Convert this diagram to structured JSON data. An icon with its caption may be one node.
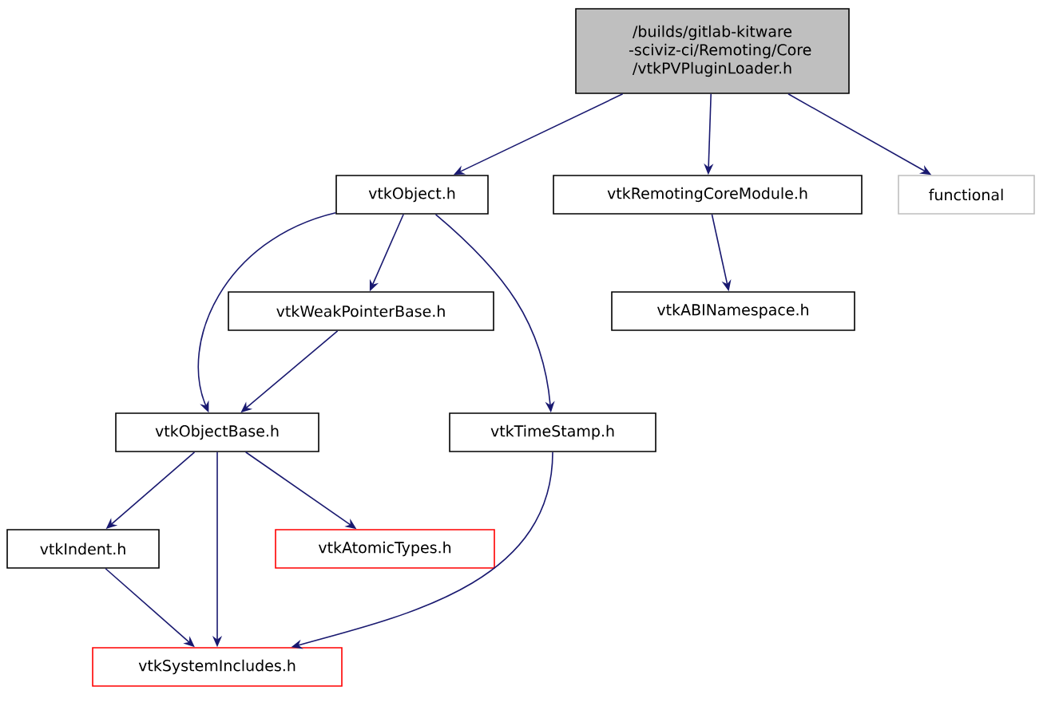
{
  "diagram": {
    "nodes": [
      {
        "text": [
          "/builds/gitlab-kitware -sciviz-ci/Remoting/Core /vtkPVPluginLoader.h"
        ]
      },
      {
        "text": [
          "vtkObject.h"
        ]
      },
      {
        "text": [
          "vtkRemotingCoreModule.h"
        ]
      },
      {
        "text": [
          "functional"
        ]
      },
      {
        "text": [
          "vtkWeakPointerBase.h"
        ]
      },
      {
        "text": [
          "vtkABINamespace.h"
        ]
      },
      {
        "text": [
          "vtkObjectBase.h"
        ]
      },
      {
        "text": [
          "vtkTimeStamp.h"
        ]
      },
      {
        "text": [
          "vtkIndent.h"
        ]
      },
      {
        "text": [
          "vtkAtomicTypes.h"
        ]
      },
      {
        "text": [
          "vtkSystemIncludes.h"
        ]
      }
    ],
    "edges": [
      {
        "from": 0,
        "to": 1,
        "arrow": "to"
      },
      {
        "from": 0,
        "to": 2,
        "arrow": "to"
      },
      {
        "from": 0,
        "to": 3,
        "arrow": "to"
      },
      {
        "from": 1,
        "to": 4,
        "arrow": "to"
      },
      {
        "from": 1,
        "to": 6,
        "arrow": "to"
      },
      {
        "from": 1,
        "to": 7,
        "arrow": "to"
      },
      {
        "from": 2,
        "to": 5,
        "arrow": "to"
      },
      {
        "from": 4,
        "to": 6,
        "arrow": "to"
      },
      {
        "from": 6,
        "to": 8,
        "arrow": "to"
      },
      {
        "from": 6,
        "to": 10,
        "arrow": "to"
      },
      {
        "from": 6,
        "to": 9,
        "arrow": "to"
      },
      {
        "from": 8,
        "to": 10,
        "arrow": "to"
      },
      {
        "from": 7,
        "to": 10,
        "arrow": "to"
      }
    ]
  }
}
